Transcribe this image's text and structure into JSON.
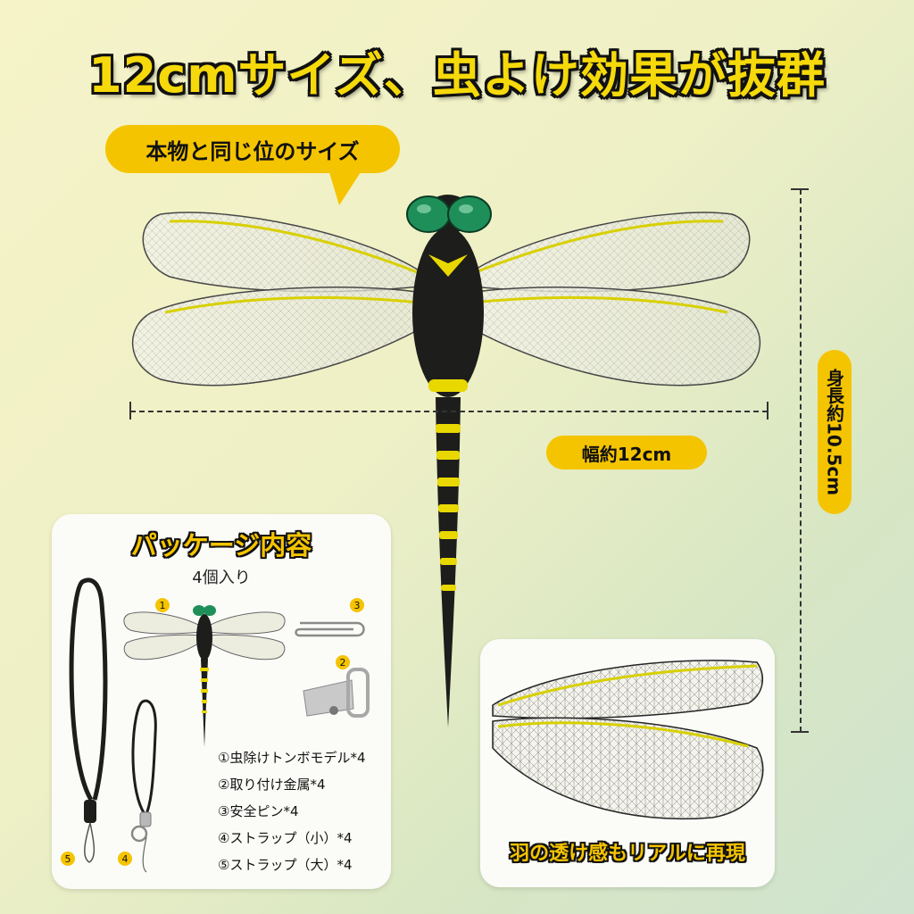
{
  "headline": "12cmサイズ、虫よけ効果が抜群",
  "callout": "本物と同じ位のサイズ",
  "dimensions": {
    "width_label": "幅約12cm",
    "height_label": "身長約10.5cm"
  },
  "package": {
    "title": "パッケージ内容",
    "subtitle": "4個入り",
    "markers": [
      "1",
      "2",
      "3",
      "4",
      "5"
    ],
    "items": [
      "①虫除けトンボモデル*4",
      "②取り付け金属*4",
      "③安全ピン*4",
      "④ストラップ（小）*4",
      "⑤ストラップ（大）*4"
    ]
  },
  "wing_detail": {
    "caption": "羽の透け感もリアルに再現"
  },
  "colors": {
    "accent": "#f5c400",
    "dragonfly_body": "#1d1d1b",
    "dragonfly_stripe": "#e8d800",
    "eye": "#1f8f5a"
  }
}
